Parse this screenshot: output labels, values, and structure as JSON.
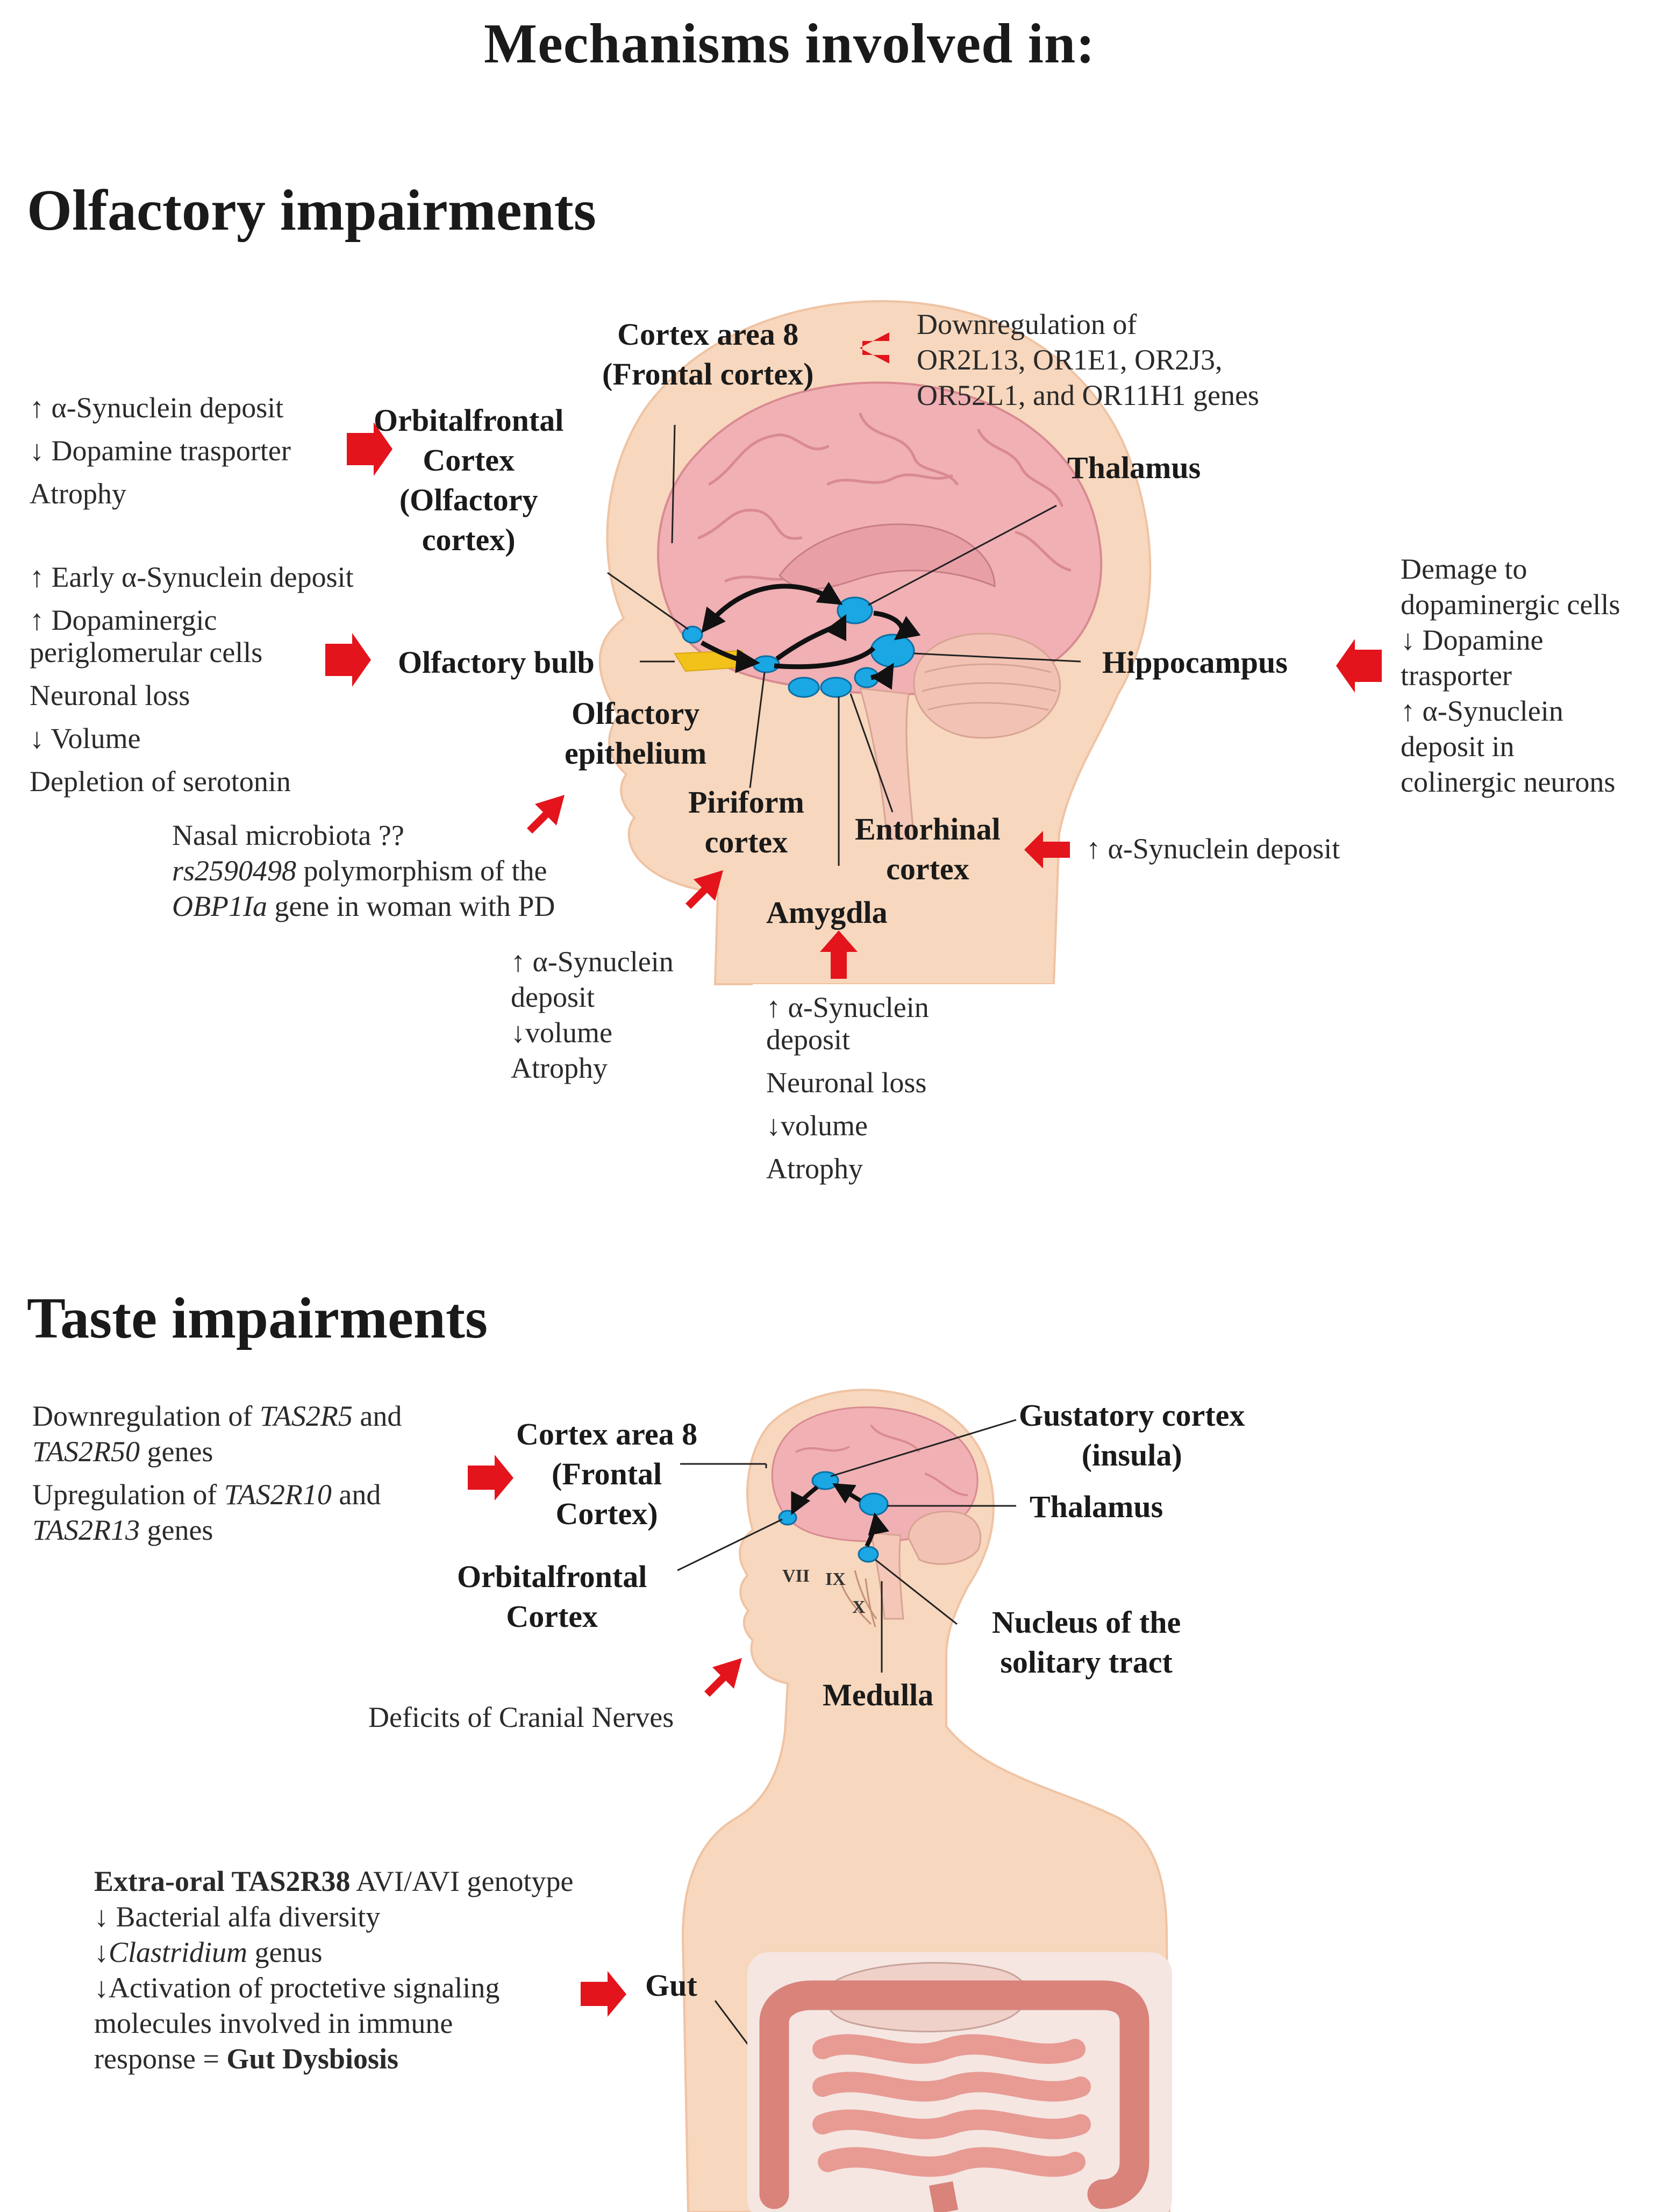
{
  "title": "Mechanisms involved in:",
  "colors": {
    "skin": "#f7d7bd",
    "skin_edge": "#efc3a3",
    "brain": "#f0b0b4",
    "brain_fold": "#d98a91",
    "node": "#1aa7e4",
    "arrow_red": "#e3141c",
    "bulb_yellow": "#f2c21b",
    "gut": "#e79b93"
  },
  "olfactory": {
    "heading": "Olfactory impairments",
    "labels": {
      "cortex8": [
        "Cortex area 8",
        "(Frontal cortex)"
      ],
      "orbitofrontal": [
        "Orbitalfrontal",
        "Cortex",
        "(Olfactory",
        "cortex)"
      ],
      "thalamus": "Thalamus",
      "bulb": "Olfactory bulb",
      "epithelium": [
        "Olfactory",
        "epithelium"
      ],
      "hippocampus": "Hippocampus",
      "piriform": [
        "Piriform",
        "cortex"
      ],
      "entorhinal": [
        "Entorhinal",
        "cortex"
      ],
      "amygdala": "Amygdla"
    },
    "notes": {
      "cortex8": [
        "Downregulation of",
        "OR2L13, OR1E1, OR2J3,",
        "OR52L1, and OR11H1 genes"
      ],
      "orbitofrontal": [
        "↑ α-Synuclein deposit",
        "↓ Dopamine trasporter",
        "Atrophy"
      ],
      "bulb": [
        "↑ Early α-Synuclein deposit",
        "↑ Dopaminergic",
        "periglomerular cells",
        "Neuronal loss",
        "↓ Volume",
        "Depletion of serotonin"
      ],
      "hippocampus": [
        "Demage to",
        "dopaminergic cells",
        "↓ Dopamine",
        "trasporter",
        "↑ α-Synuclein",
        "deposit in",
        "colinergic neurons"
      ],
      "entorhinal": "↑ α-Synuclein deposit",
      "epithelium": {
        "line1": "Nasal microbiota ??",
        "snp": "rs2590498",
        "line2_rest": " polymorphism of the",
        "gene": "OBP1Ia",
        "line3_rest": " gene in woman with PD"
      },
      "piriform": [
        "↑ α-Synuclein",
        "deposit",
        "↓volume",
        "Atrophy"
      ],
      "amygdala": [
        "↑ α-Synuclein",
        "deposit",
        "Neuronal loss",
        "↓volume",
        "Atrophy"
      ]
    }
  },
  "taste": {
    "heading": "Taste impairments",
    "labels": {
      "cortex8": [
        "Cortex area 8",
        "(Frontal",
        "Cortex)"
      ],
      "gustatory": [
        "Gustatory cortex",
        "(insula)"
      ],
      "thalamus": "Thalamus",
      "orbitofrontal": [
        "Orbitalfrontal",
        "Cortex"
      ],
      "nts": [
        "Nucleus of the",
        "solitary tract"
      ],
      "medulla": "Medulla",
      "gut": "Gut",
      "nerves": [
        "VII",
        "IX",
        "X"
      ]
    },
    "notes": {
      "genes": {
        "a1": "Downregulation of ",
        "a2": "TAS2R5",
        "a3": " and",
        "a4": "TAS2R50",
        "a5": " genes",
        "b1": "Upregulation of ",
        "b2": "TAS2R10",
        "b3": " and",
        "b4": "TAS2R13",
        "b5": " genes"
      },
      "cranial": "Deficits of Cranial Nerves",
      "gut": {
        "l1_bold": "Extra-oral TAS2R38",
        "l1_rest": " AVI/AVI genotype",
        "l2": "↓ Bacterial alfa diversity",
        "l3_pre": "↓",
        "l3_it": "Clastridium",
        "l3_rest": " genus",
        "l4": "↓Activation of proctetive signaling",
        "l5": "molecules involved in immune",
        "l6_pre": "response = ",
        "l6_bold": "Gut Dysbiosis"
      }
    }
  }
}
